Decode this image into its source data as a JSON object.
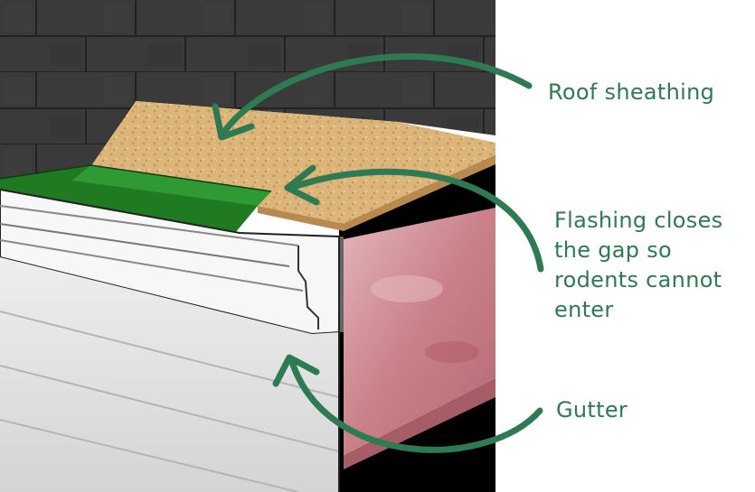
{
  "labels": {
    "roof_sheathing": "Roof sheathing",
    "flashing": [
      "Flashing closes",
      "the gap so",
      "rodents cannot",
      "enter"
    ],
    "gutter": "Gutter"
  },
  "colors": {
    "annotation": "#2e7a52",
    "shingle": "#3a3a3a",
    "sheathing": "#d8b173",
    "flashing": "#1f7a22",
    "insulation": "#c98f95",
    "siding": "#dedede",
    "cavity": "#000000"
  }
}
